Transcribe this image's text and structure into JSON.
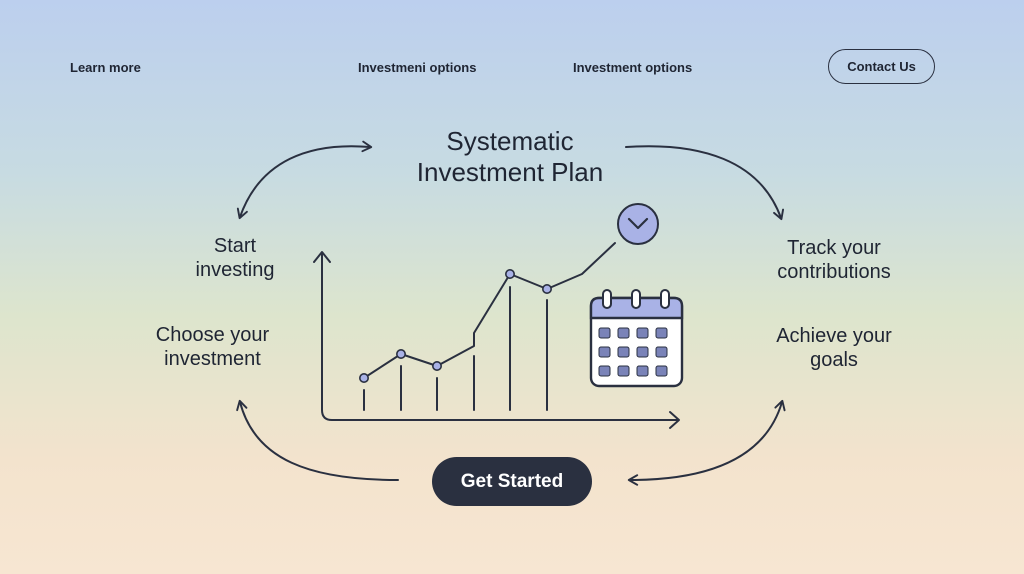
{
  "nav": {
    "learn_more": "Learn more",
    "investment_options_1": "Investmeni options",
    "investment_options_2": "Investment options",
    "contact_us": "Contact Us"
  },
  "title": {
    "line1": "Systematic",
    "line2": "Investment Plan"
  },
  "steps": {
    "start": {
      "line1": "Start",
      "line2": "investing"
    },
    "choose": {
      "line1": "Choose your",
      "line2": "investment"
    },
    "track": {
      "line1": "Track your",
      "line2": "contributions"
    },
    "achieve": {
      "line1": "Achieve your",
      "line2": "goals"
    }
  },
  "cta": {
    "label": "Get Started"
  },
  "icons": {
    "chart": "line-chart-icon",
    "calendar": "calendar-icon",
    "badge": "chevron-down-icon",
    "cycle": "cycle-arrow-icon"
  },
  "colors": {
    "ink": "#2a3040",
    "accent": "#a9b2e6",
    "calendar_cell": "#7a83b8",
    "button_bg": "#2a3040",
    "button_text": "#ffffff"
  }
}
